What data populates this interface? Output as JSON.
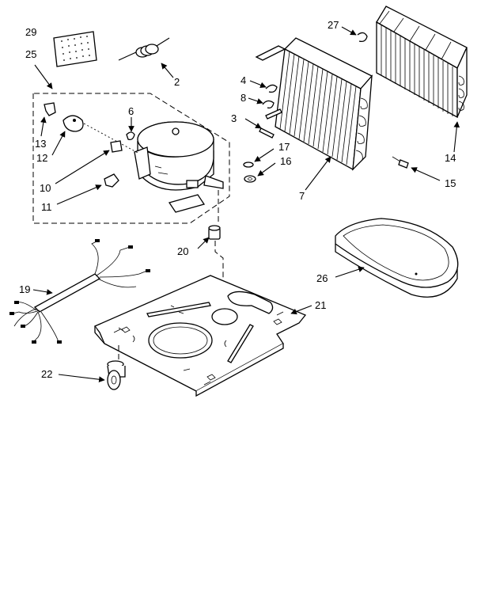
{
  "labels": {
    "l29": "29",
    "l25": "25",
    "l2": "2",
    "l27": "27",
    "l14": "14",
    "l4": "4",
    "l8": "8",
    "l3": "3",
    "l17": "17",
    "l16": "16",
    "l7": "7",
    "l15": "15",
    "l6": "6",
    "l13": "13",
    "l12": "12",
    "l10": "10",
    "l11": "11",
    "l20": "20",
    "l19": "19",
    "l26": "26",
    "l21": "21",
    "l22": "22"
  },
  "icons": {
    "gasket": "gasket-panel-icon",
    "coil": "coil-spring-icon",
    "compressor": "compressor-icon",
    "condenser": "condenser-icon",
    "evaporator": "evaporator-icon",
    "harness": "wire-harness-icon",
    "tray": "drain-tray-icon",
    "base": "base-plate-icon",
    "caster": "caster-wheel-icon"
  }
}
